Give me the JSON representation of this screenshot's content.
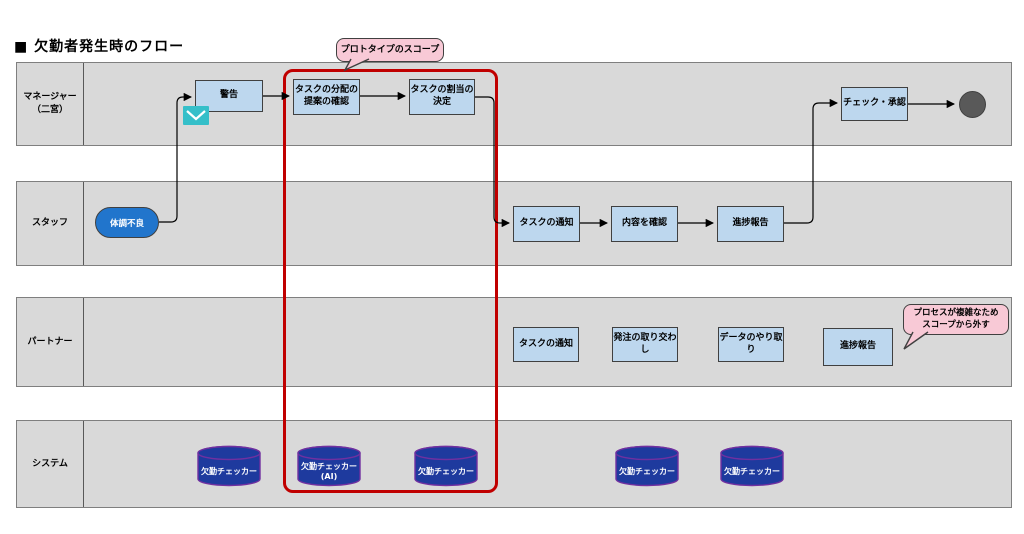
{
  "title": "■ 欠勤者発生時のフロー",
  "lanes": [
    {
      "label": "マネージャー\n（二宮）"
    },
    {
      "label": "スタッフ"
    },
    {
      "label": "パートナー"
    },
    {
      "label": "システム"
    }
  ],
  "nodes": {
    "manager": {
      "warning": "警告",
      "confirm_distribution": "タスクの分配の\n提案の確認",
      "decide_assignment": "タスクの割当の\n決定",
      "check_approve": "チェック・承認"
    },
    "staff": {
      "start": "体調不良",
      "task_notice": "タスクの通知",
      "confirm_content": "内容を確認",
      "progress_report": "進捗報告"
    },
    "partner": {
      "task_notice": "タスクの通知",
      "order_exchange": "発注の取り交わし",
      "data_exchange": "データのやり取り",
      "progress_report": "進捗報告"
    },
    "system": {
      "db1": "欠勤チェッカー",
      "db2": "欠勤チェッカー\n(AI)",
      "db3": "欠勤チェッカー",
      "db4": "欠勤チェッカー",
      "db5": "欠勤チェッカー"
    }
  },
  "callouts": {
    "scope": "プロトタイプのスコープ",
    "exclude": "プロセスが複雑なため\nスコープから外す"
  },
  "icons": {
    "envelope": "mail-icon",
    "end": "end-node"
  },
  "colors": {
    "lane_fill": "#d9d9d9",
    "lane_border": "#7f7f7f",
    "task_fill": "#bdd7ee",
    "task_border": "#404040",
    "start_fill": "#2175cc",
    "db_fill": "#1e3a9e",
    "db_border": "#7030a0",
    "scope_border": "#c00000",
    "callout_fill": "#f8c9d6",
    "envelope_fill": "#35bfc9",
    "end_fill": "#595959"
  }
}
